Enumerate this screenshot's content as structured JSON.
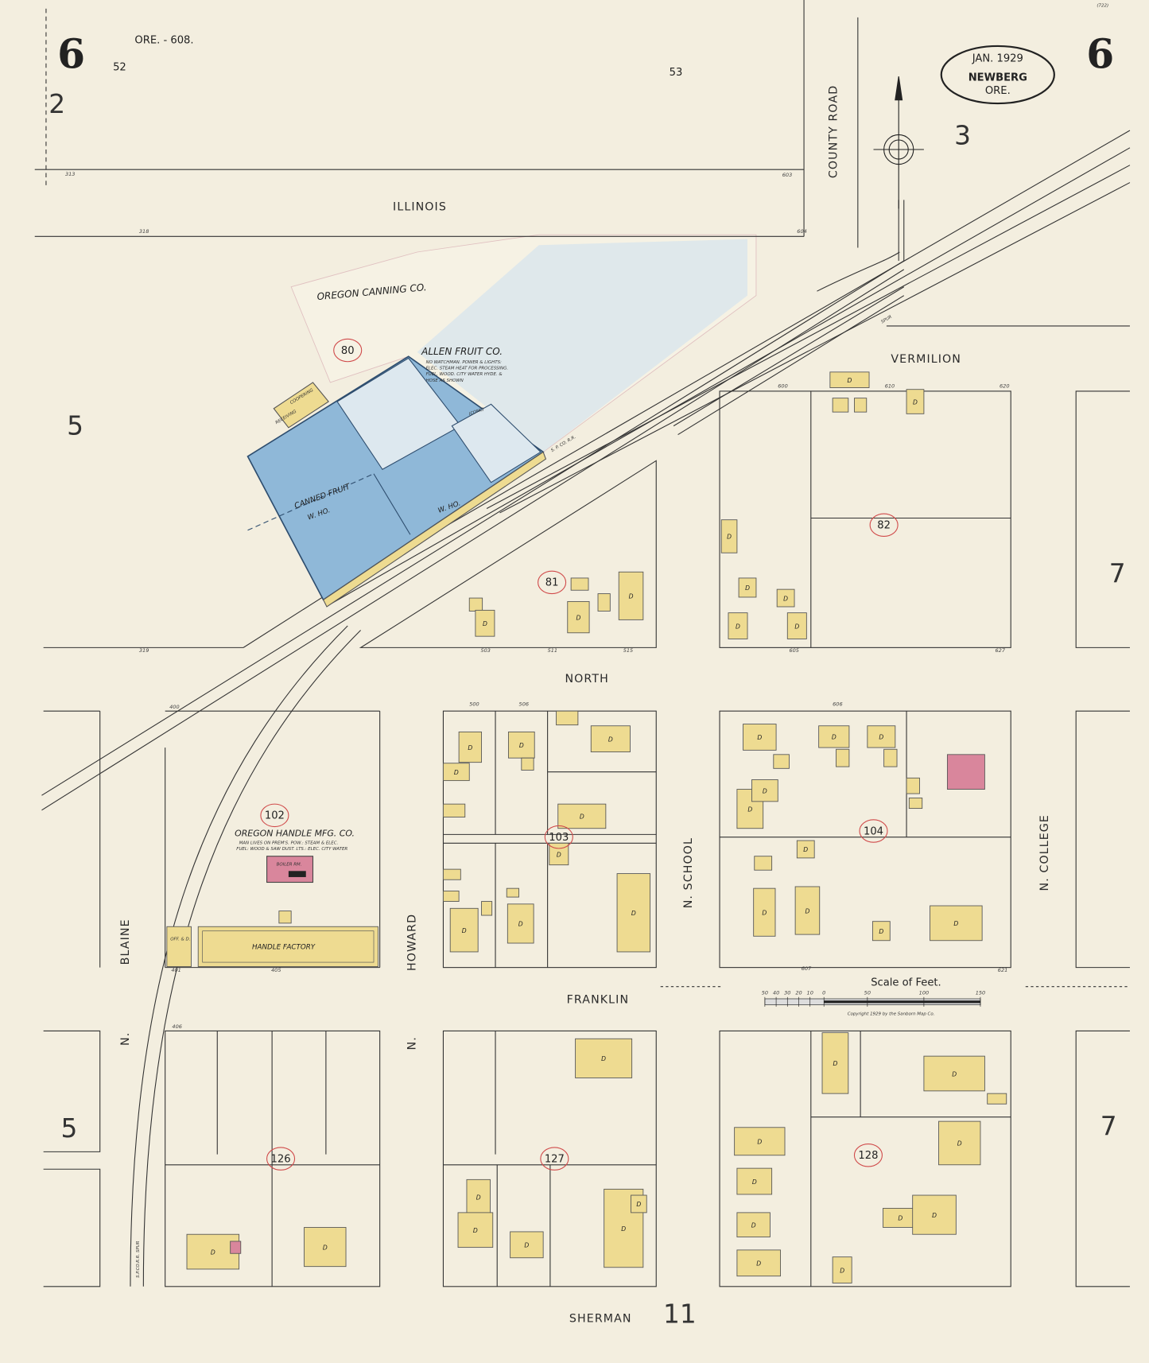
{
  "title_cartouche": {
    "date": "JAN. 1929",
    "city": "NEWBERG",
    "state": "ORE."
  },
  "sheet_number": "6",
  "sheet_index": "(722)",
  "volume_note": "ORE. - 608.",
  "adjoining_sheets": {
    "top_left": "2",
    "top_right": "3",
    "left_upper": "5",
    "left_lower": "5",
    "right_upper": "7",
    "right_lower": "7",
    "bottom": "11"
  },
  "block_page_refs": {
    "left": "52",
    "right": "53"
  },
  "streets": {
    "illinois": "ILLINOIS",
    "vermilion": "VERMILION",
    "north": "NORTH",
    "franklin": "FRANKLIN",
    "sherman": "SHERMAN",
    "county_road": "COUNTY ROAD",
    "school": "N. SCHOOL",
    "college": "N. COLLEGE",
    "howard": "HOWARD",
    "howard_n": "N.",
    "blaine": "BLAINE",
    "blaine_n": "N."
  },
  "railroad_labels": {
    "spur": "SPUR",
    "sp_rr": "S. P. CO. R.R.",
    "blaine_spur": "S.P.CO.R.R. SPUR"
  },
  "block_numbers": [
    "80",
    "81",
    "82",
    "102",
    "103",
    "104",
    "126",
    "127",
    "128"
  ],
  "businesses": {
    "allen_fruit": {
      "name": "ALLEN FRUIT CO.",
      "notes": [
        "NO WATCHMAN. POWER & LIGHTS:",
        "ELEC. STEAM HEAT FOR PROCESSING.",
        "FUEL, WOOD. CITY WATER HYDE. &",
        "HOSE AS SHOWN"
      ],
      "warehouse": "W. HO.",
      "canned_fruit": "CANNED FRUIT",
      "conc": "(CONC)",
      "coopering": "COOPERING",
      "receiving": "RECEIVING"
    },
    "oregon_canning": {
      "name": "OREGON CANNING CO."
    },
    "oregon_handle": {
      "name": "OREGON HANDLE MFG. CO.",
      "notes": [
        "MAN LIVES ON PREM'S. POW.: STEAM & ELEC.",
        "FUEL: WOOD & SAW DUST. LTS.: ELEC. CITY WATER"
      ],
      "factory": "HANDLE FACTORY",
      "boiler": "BOILER RM.",
      "office": "OFF. & D."
    }
  },
  "dwelling_label": "D",
  "addresses": [
    "313",
    "318",
    "319",
    "400",
    "401",
    "405",
    "406",
    "500",
    "503",
    "506",
    "511",
    "515",
    "600",
    "603",
    "604",
    "605",
    "606",
    "607",
    "610",
    "620",
    "621",
    "627"
  ],
  "scale": {
    "title": "Scale of Feet.",
    "ticks": [
      "50",
      "40",
      "30",
      "20",
      "10",
      "0",
      "50",
      "100",
      "150"
    ],
    "copyright": "Copyright 1929 by the Sanborn Map Co."
  },
  "colors": {
    "paper": "#f3eedf",
    "brick": "#d9869c",
    "frame": "#eedb91",
    "fireproof": "#8fb8d8",
    "block_circle": "#d04a4a"
  }
}
